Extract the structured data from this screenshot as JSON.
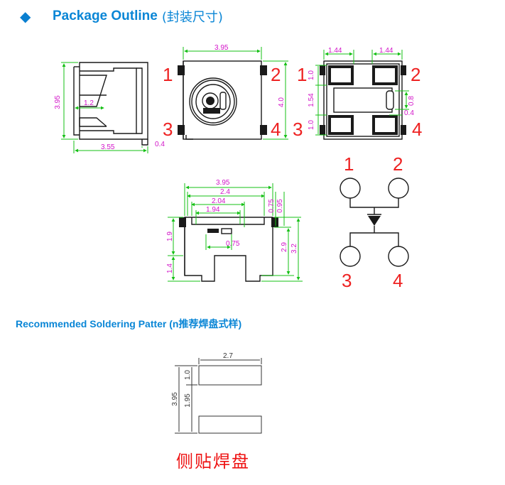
{
  "header": {
    "bullet_icon": "diamond-icon",
    "title": "Package Outline",
    "title_cn": "(封装尺寸)"
  },
  "soldering": {
    "title": "Recommended Soldering Patter (n推荐焊盘式样)",
    "pad_caption": "侧贴焊盘",
    "dims": {
      "width": "2.7",
      "pad_h": "1.0",
      "gap": "1.95",
      "total": "3.95"
    }
  },
  "side_view": {
    "height": "3.95",
    "notch": "1.2",
    "base": "3.55",
    "lip": "0.4"
  },
  "top_view": {
    "width": "3.95",
    "height": "4.0",
    "pins": [
      "1",
      "2",
      "3",
      "4"
    ]
  },
  "bottom_view": {
    "pad_w_left": "1.44",
    "pad_w_right": "1.44",
    "pad_h_top": "1.0",
    "pad_gap": "1.54",
    "pad_h_bottom": "1.0",
    "slot_w": "0.8",
    "slot_off": "0.4",
    "pins": [
      "1",
      "2",
      "3",
      "4"
    ]
  },
  "front_view": {
    "width": "3.95",
    "inner": "2.4",
    "lens": "2.04",
    "window": "1.94",
    "chip": "0.75",
    "top_a": "0.75",
    "top_b": "0.95",
    "upper_h": "1.9",
    "lower_h": "1.4",
    "body_h": "2.9",
    "total_h": "3.2"
  },
  "schematic": {
    "pins": [
      "1",
      "2",
      "3",
      "4"
    ],
    "symbol": "diode-icon"
  },
  "colors": {
    "title": "#0a86d6",
    "dimension": "#d214c8",
    "extension": "#16c016",
    "pin_label": "#ee2222"
  }
}
